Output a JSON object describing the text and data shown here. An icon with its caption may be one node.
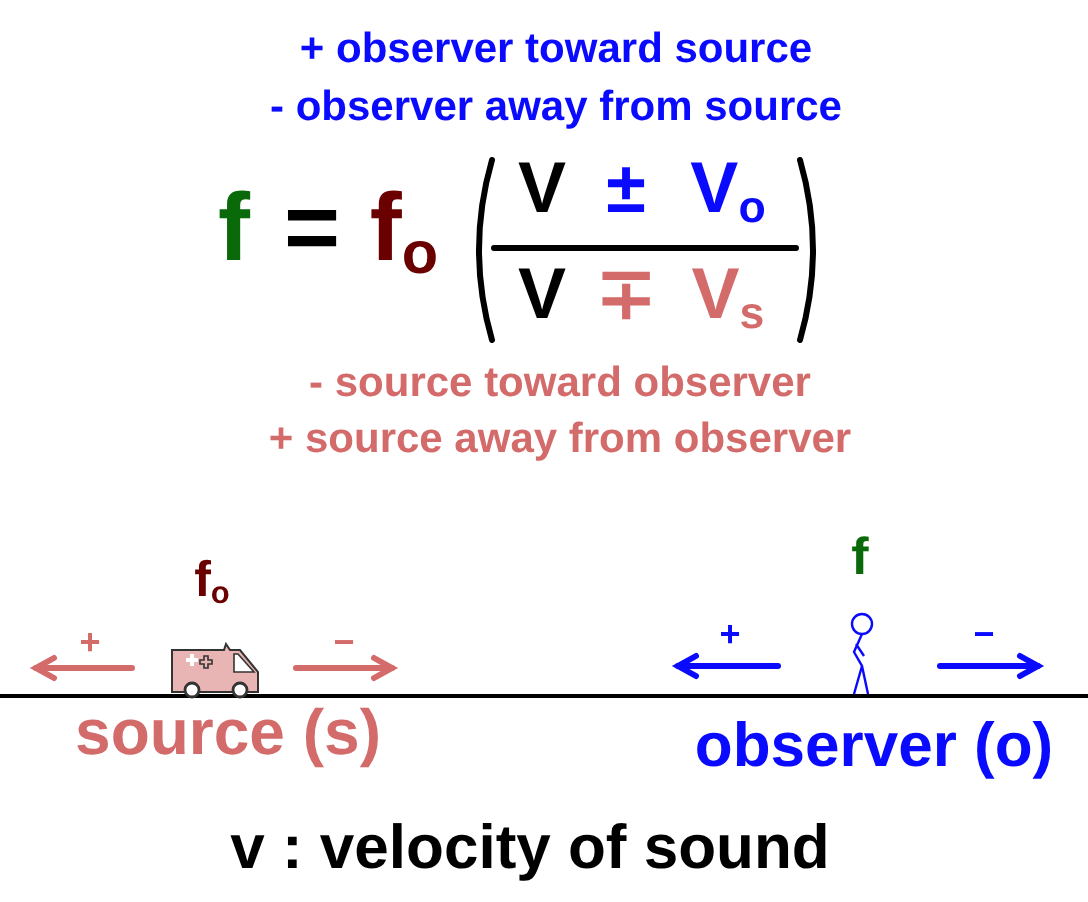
{
  "diagram": {
    "labels": [
      "+ observer toward source",
      "- observer away from source",
      "f",
      "=",
      "f$_{o}$",
      "V",
      "±",
      "V$_{o}$",
      "V",
      "∓",
      "V$_{s}$",
      "- source toward observer",
      "+ source away from observer",
      "f$_{o}$",
      "f",
      "+",
      "−",
      "+",
      "−",
      "source (s)",
      "observer (o)",
      "v : velocity of sound"
    ]
  }
}
